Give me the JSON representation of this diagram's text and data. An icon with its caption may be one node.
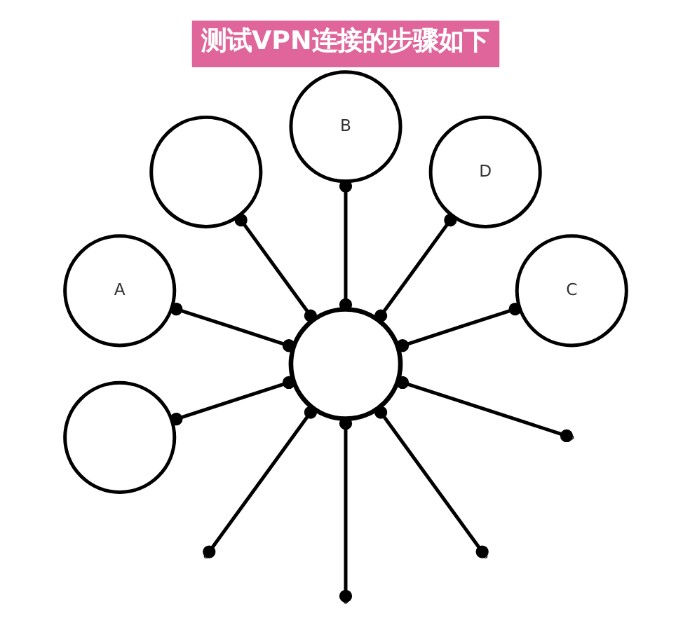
{
  "diagram": {
    "title": "测试VPN连接的步骤如下",
    "nodes": [
      {
        "text": [
          "C"
        ]
      },
      {
        "text": [
          "D"
        ]
      },
      {
        "text": [
          "B"
        ]
      },
      {
        "text": [],
        "shape": "circle"
      },
      {
        "text": [
          "A"
        ]
      },
      {
        "text": [],
        "shape": "circle"
      },
      {
        "text": [],
        "shape": "circle"
      }
    ],
    "edges": [
      {
        "from": 5,
        "to": 0,
        "arrow": "other"
      },
      {
        "from": 5,
        "to": 1,
        "arrow": "other"
      },
      {
        "from": 5,
        "to": 2,
        "arrow": "other"
      },
      {
        "from": 5,
        "to": 3,
        "arrow": "other"
      },
      {
        "from": 5,
        "to": 4,
        "arrow": "other"
      },
      {
        "from": 5,
        "to": null,
        "arrow": "other"
      },
      {
        "from": 5,
        "to": 6,
        "arrow": "other"
      },
      {
        "from": 5,
        "to": null,
        "arrow": "other"
      },
      {
        "from": 5,
        "to": null,
        "arrow": "other"
      },
      {
        "from": 5,
        "to": null,
        "arrow": "other"
      }
    ]
  }
}
